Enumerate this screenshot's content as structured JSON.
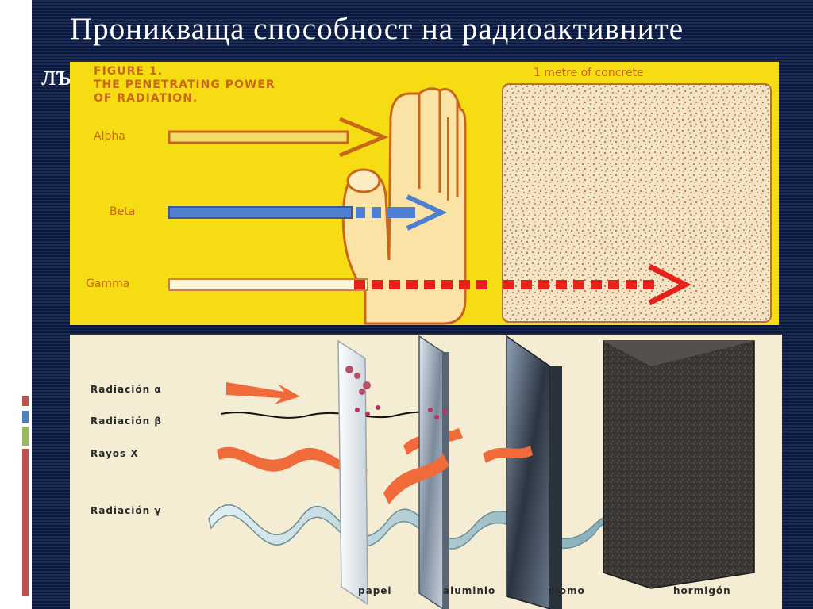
{
  "slide": {
    "title": "Проникваща способност на радиоактивните",
    "title_continued": "лъчения"
  },
  "figure1": {
    "heading_line1": "FIGURE 1.",
    "heading_line2": "THE PENETRATING POWER",
    "heading_line3": "OF RADIATION.",
    "concrete_label": "1 metre of concrete",
    "alpha_label": "Alpha",
    "beta_label": "Beta",
    "gamma_label": "Gamma"
  },
  "figure2": {
    "alpha_label": "Radiación α",
    "beta_label": "Radiación β",
    "xray_label": "Rayos X",
    "gamma_label": "Radiación γ",
    "barriers": [
      "papel",
      "aluminio",
      "plomo",
      "hormigón"
    ]
  },
  "colors": {
    "slide_background": "#12224a",
    "figure1_background": "#f6dc12",
    "figure1_text": "#c8661a",
    "alpha_arrow": "#f0d860",
    "beta_arrow": "#4f7fd0",
    "gamma_arrow": "#e8221a",
    "concrete": "#f2e3c2",
    "deco_red": "#c0504d",
    "deco_blue": "#4f81bd",
    "deco_green": "#9bbb59"
  }
}
